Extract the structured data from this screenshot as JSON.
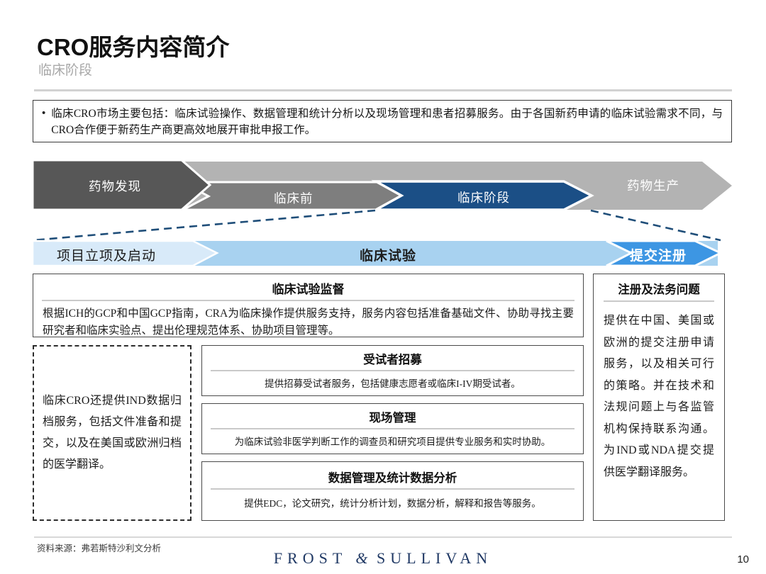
{
  "header": {
    "title": "CRO服务内容简介",
    "subtitle": "临床阶段"
  },
  "bullet": {
    "marker": "•",
    "text": "临床CRO市场主要包括：临床试验操作、数据管理和统计分析以及现场管理和患者招募服务。由于各国新药申请的临床试验需求不同，与CRO合作便于新药生产商更高效地展开审批申报工作。"
  },
  "process": {
    "stages": [
      {
        "label": "药物发现",
        "color": "#575757",
        "text_color": "#ffffff"
      },
      {
        "label": "临床前",
        "color": "#7e7e7e",
        "text_color": "#ffffff"
      },
      {
        "label": "临床阶段",
        "color": "#1b4f86",
        "text_color": "#ffffff"
      },
      {
        "label": "药物生产",
        "color": "#b3b3b3",
        "text_color": "#ffffff"
      }
    ],
    "substages": [
      {
        "label": "项目立项及启动",
        "color": "#d8eaf9",
        "text_color": "#1d1d1d"
      },
      {
        "label": "临床试验",
        "color": "#a8d2f0",
        "text_color": "#1d1d1d"
      },
      {
        "label": "提交注册",
        "color": "#3d96e3",
        "text_color": "#ffffff"
      }
    ],
    "connector_color": "#1f4e79"
  },
  "boxes": {
    "supervision": {
      "title": "临床试验监督",
      "body": "根据ICH的GCP和中国GCP指南，CRA为临床操作提供服务支持，服务内容包括准备基础文件、协助寻找主要研究者和临床实验点、提出伦理规范体系、协助项目管理等。"
    },
    "ind_note": {
      "body": "临床CRO还提供IND数据归档服务，包括文件准备和提交，以及在美国或欧洲归档的医学翻译。"
    },
    "recruit": {
      "title": "受试者招募",
      "body": "提供招募受试者服务，包括健康志愿者或临床I-IV期受试者。"
    },
    "site": {
      "title": "现场管理",
      "body": "为临床试验非医学判断工作的调查员和研究项目提供专业服务和实时协助。"
    },
    "data": {
      "title": "数据管理及统计数据分析",
      "body": "提供EDC，论文研究，统计分析计划，数据分析，解释和报告等服务。"
    },
    "regulatory": {
      "title": "注册及法务问题",
      "body": "提供在中国、美国或欧洲的提交注册申请服务，以及相关可行的策略。并在技术和法规问题上与各监管机构保持联系沟通。为IND或NDA提交提供医学翻译服务。"
    }
  },
  "footer": {
    "source": "资料来源：弗若斯特沙利文分析",
    "brand_left": "FROST",
    "brand_amp": "&",
    "brand_right": "SULLIVAN",
    "page_number": "10"
  }
}
